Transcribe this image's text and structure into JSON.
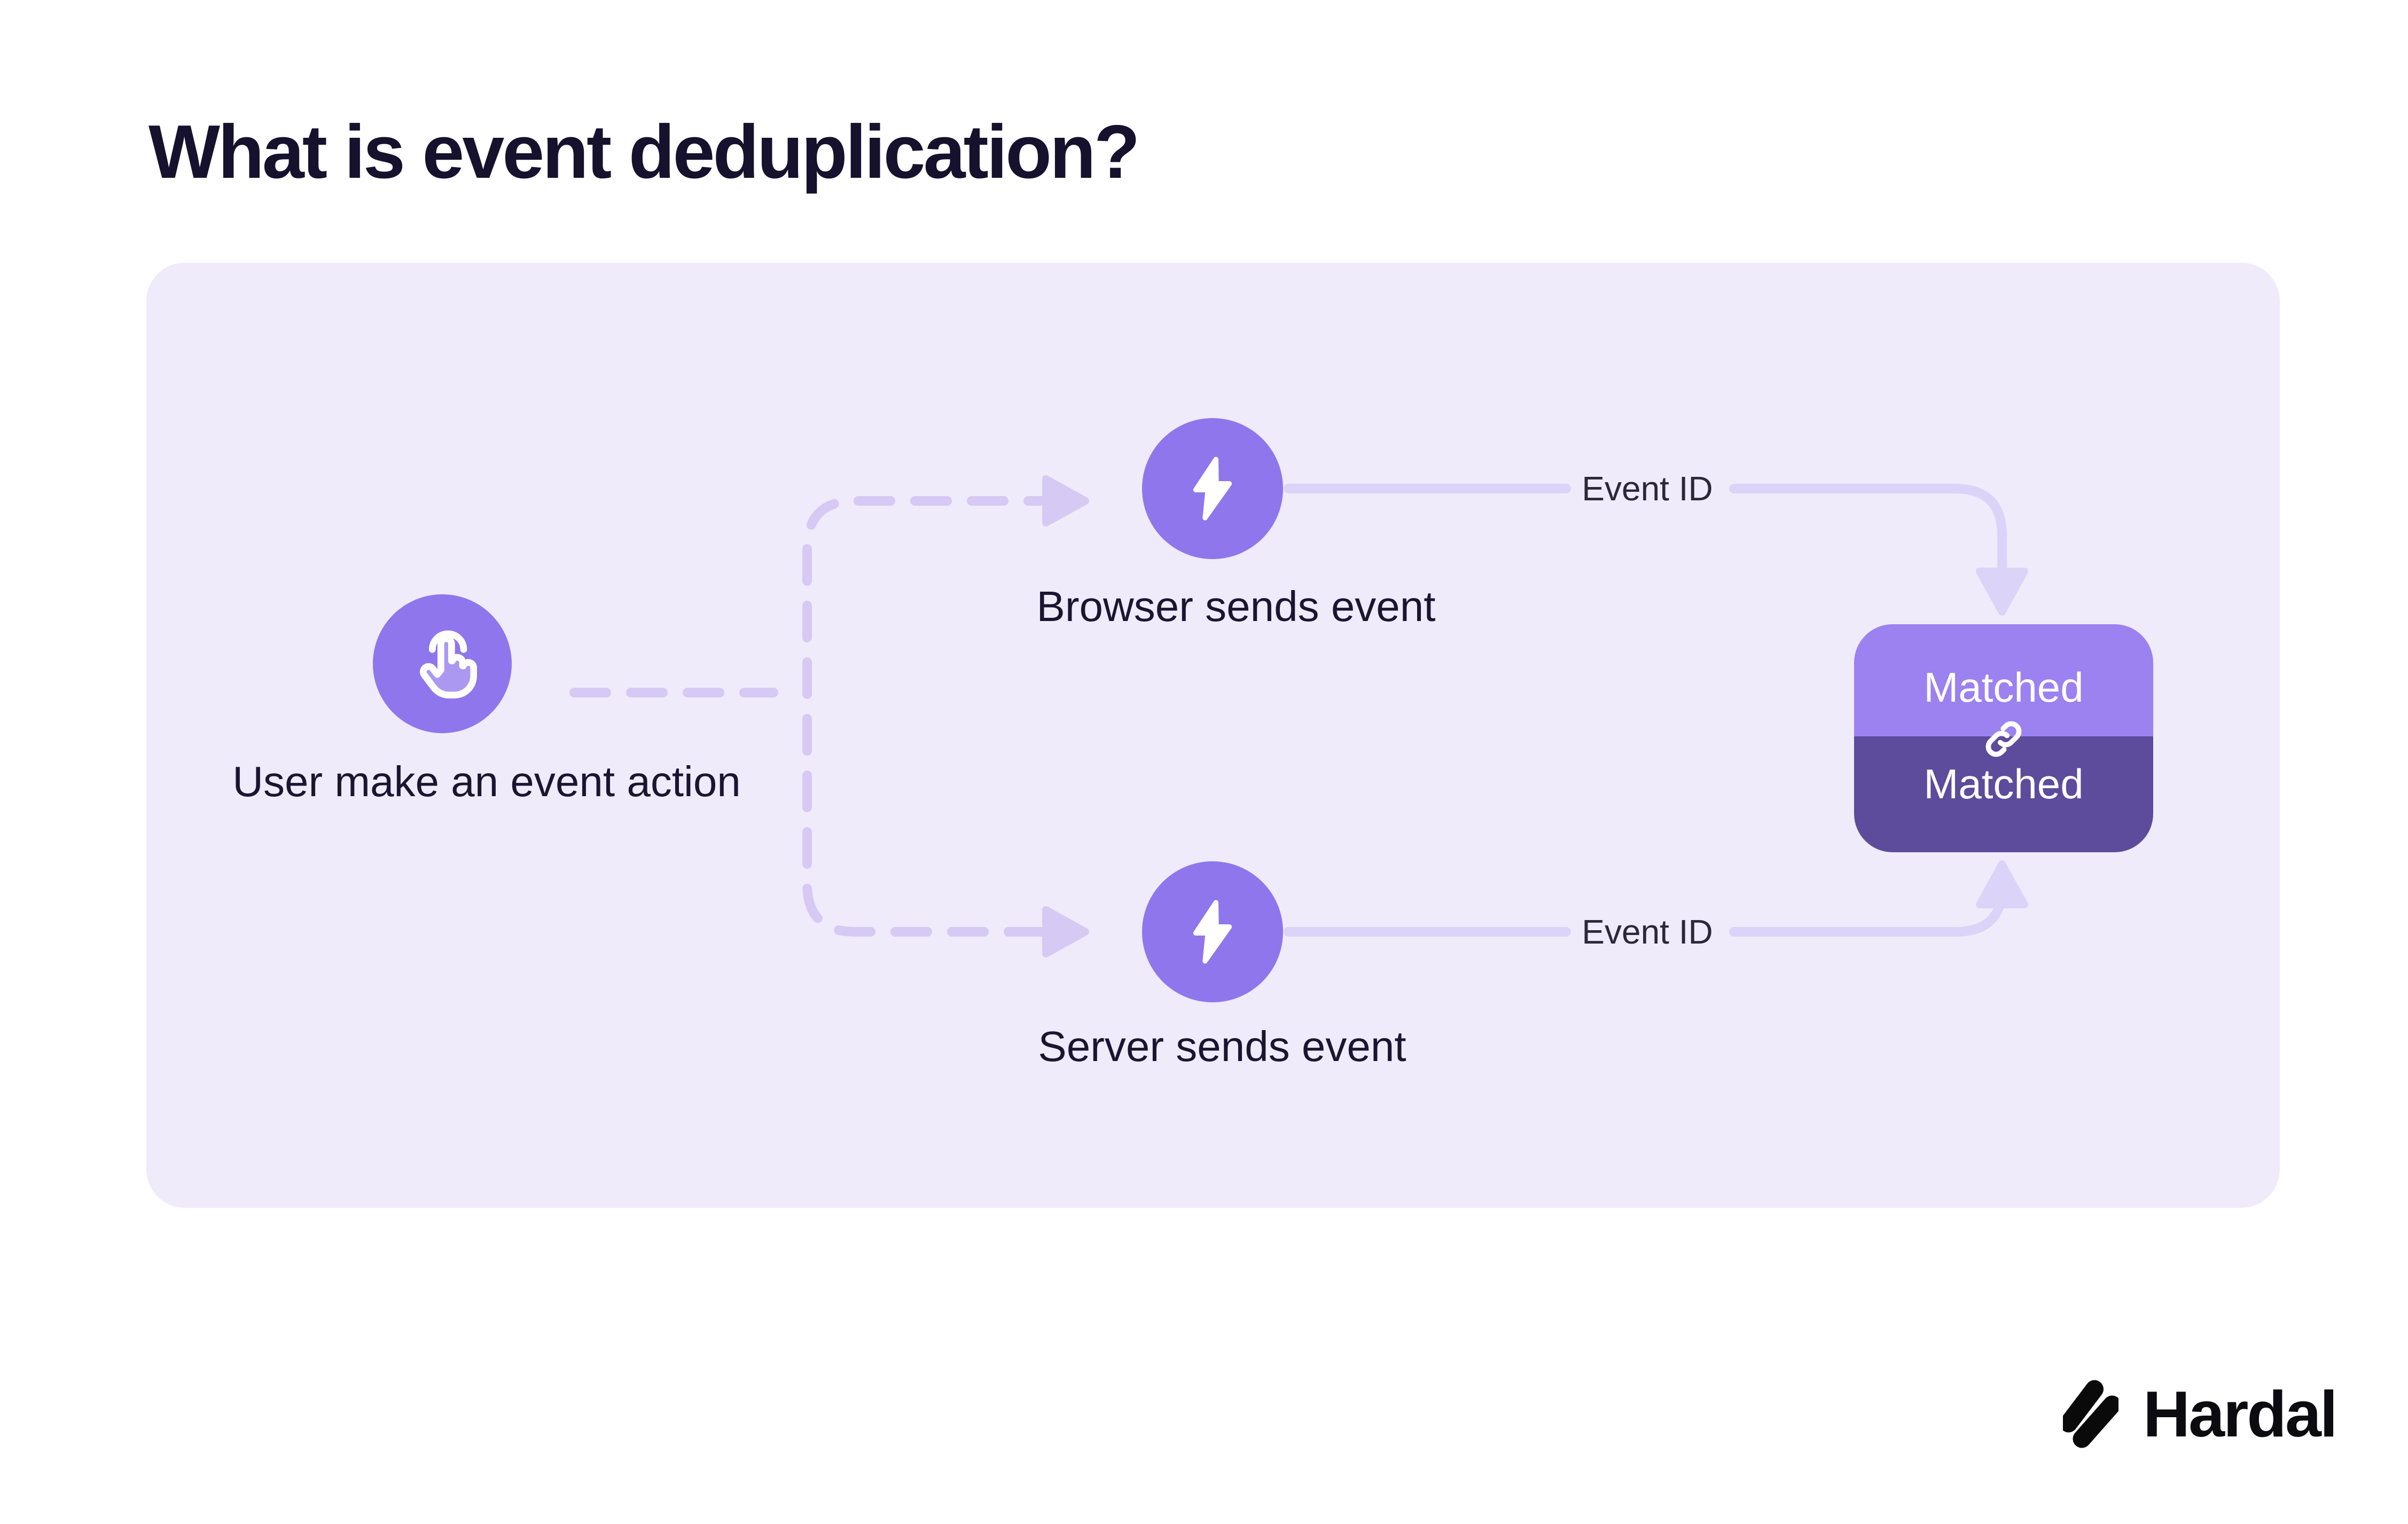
{
  "title": "What is event deduplication?",
  "diagram": {
    "user": {
      "label": "User make an event action",
      "icon": "tap-icon"
    },
    "browser": {
      "label": "Browser sends event",
      "icon": "lightning-icon"
    },
    "server": {
      "label": "Server sends event",
      "icon": "lightning-icon"
    },
    "edges": {
      "top_label": "Event ID",
      "bottom_label": "Event ID"
    },
    "matched": {
      "top": "Matched",
      "bottom": "Matched",
      "icon": "link-icon"
    }
  },
  "brand": {
    "name": "Hardal"
  },
  "colors": {
    "accent": "#8F76EC",
    "matched_top": "#9C81F0",
    "matched_bottom": "#5D4B9B",
    "connector_dashed": "#D6C9F3",
    "connector_solid": "#DCD3F8",
    "panel": "#EFEBFB",
    "ink": "#16112C"
  }
}
